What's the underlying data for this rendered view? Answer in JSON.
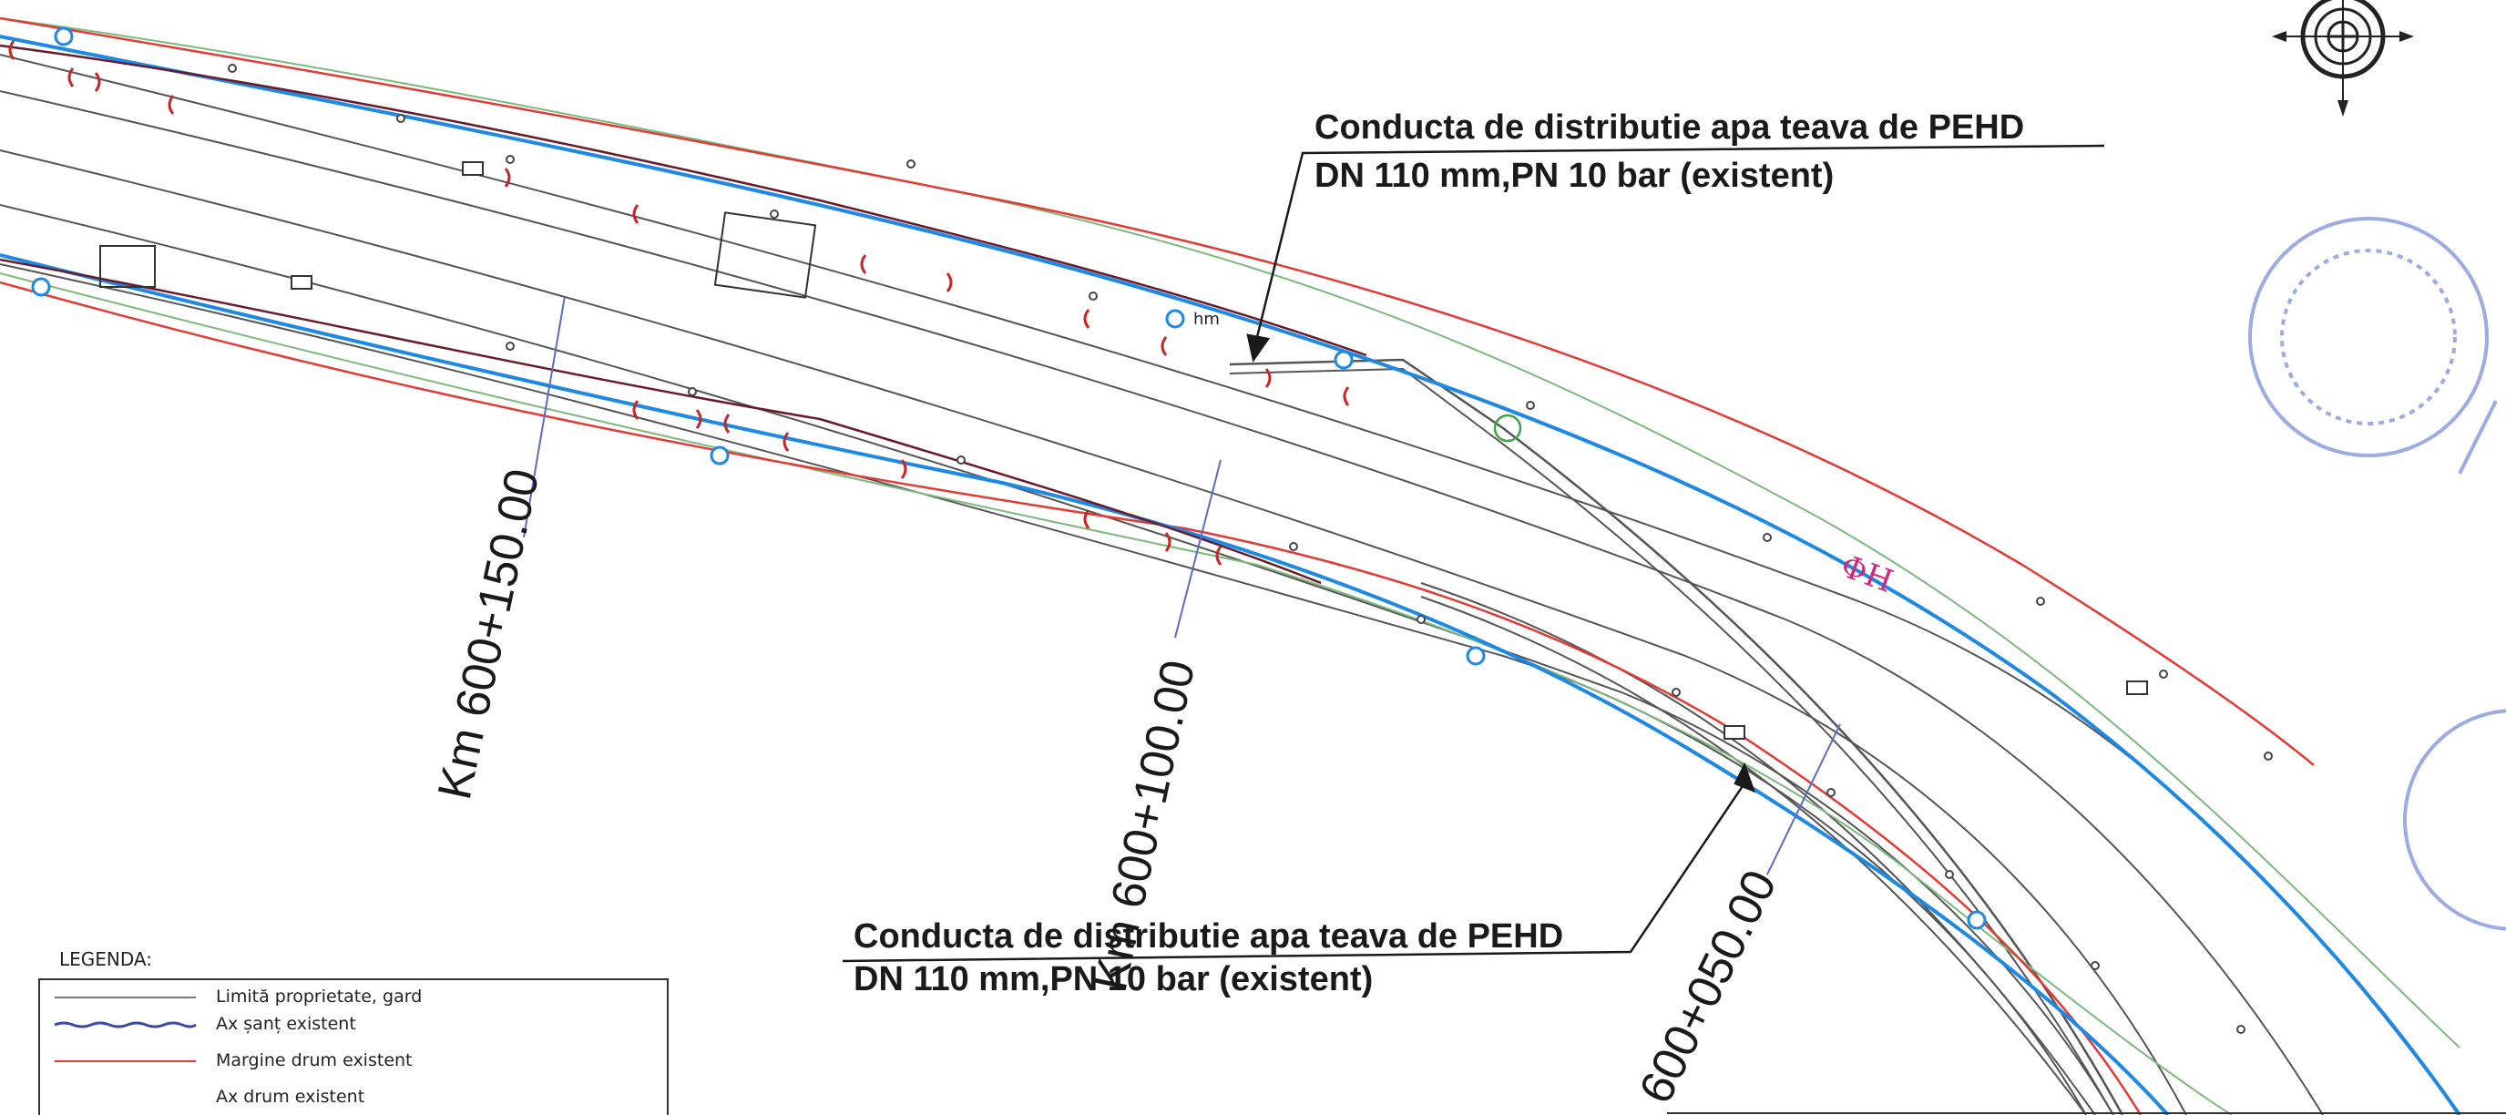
{
  "annotations": {
    "pipe_top_line1": "Conducta de distributie apa teava de PEHD",
    "pipe_top_line2": "DN 110 mm,PN 10 bar (existent)",
    "pipe_bottom_line1": "Conducta de distributie apa teava de PEHD",
    "pipe_bottom_line2": "DN 110 mm,PN 10 bar (existent)"
  },
  "chainage": {
    "km1": "Km 600+150.00",
    "km2": "Km 600+100.00",
    "km3": "600+050.00"
  },
  "markers": {
    "ph": "ΦH",
    "hm": "hm"
  },
  "legend": {
    "title": "LEGENDA:",
    "items": [
      "Limită proprietate, gard",
      "Ax șanț existent",
      "Margine drum existent",
      "Ax drum existent"
    ]
  },
  "colors": {
    "pipe": "#1e88e5",
    "road_edge": "#e53935",
    "ditch": "#3949ab",
    "station_line": "#5c6bc0",
    "property": "#555555",
    "green": "#7cb87c",
    "stamp": "#7b8fd6"
  }
}
